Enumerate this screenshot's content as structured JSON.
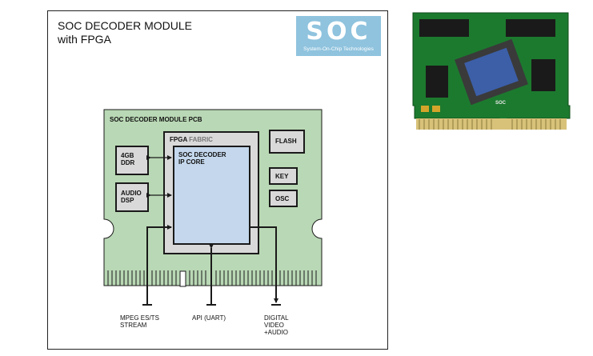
{
  "title": "SOC DECODER  MODULE\nwith FPGA",
  "logo": {
    "main": "SOC",
    "sub": "System-On-Chip Technologies"
  },
  "pcb": {
    "label": "SOC DECODER MODULE PCB"
  },
  "fpga": {
    "label_bold": "FPGA",
    "label_light": " FABRIC"
  },
  "ipcore": {
    "label": "SOC DECODER\nIP CORE"
  },
  "blocks": {
    "ddr": "4GB\nDDR",
    "audio": "AUDIO\nDSP",
    "flash": "FLASH",
    "key": "KEY",
    "osc": "OSC"
  },
  "io": {
    "mpeg": "MPEG ES/TS\nSTREAM",
    "api": "API (UART)",
    "video": "DIGITAL\nVIDEO\n+AUDIO"
  },
  "photo": {
    "board_text": "SOC"
  },
  "colors": {
    "pcb_fill": "#b9d8b5",
    "fpga_fill": "#d9d9d9",
    "ipcore_fill": "#c4d7ec",
    "block_fill": "#d9d9d9",
    "stroke": "#1a1a1a",
    "board_green": "#1c7a2e"
  }
}
